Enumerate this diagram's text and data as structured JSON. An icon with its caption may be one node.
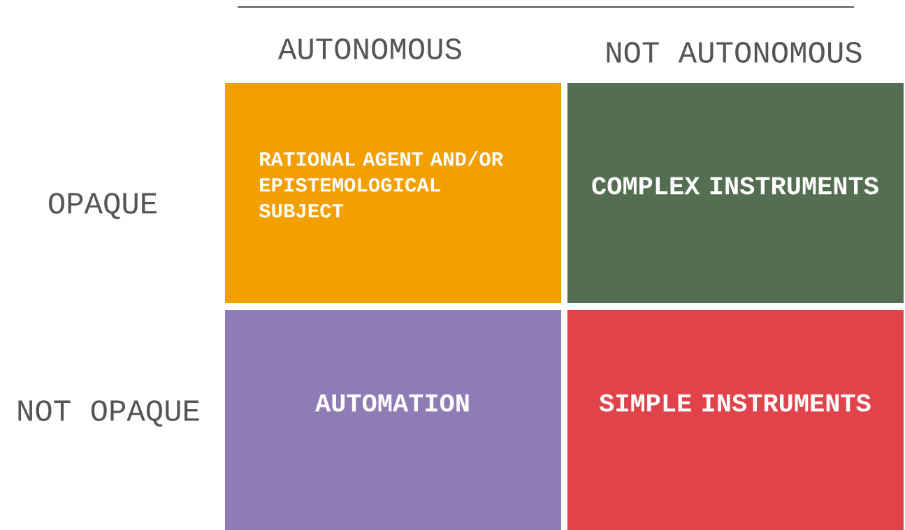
{
  "diagram": {
    "nodes": [
      {
        "text": [
          "RATIONAL AGENT AND/OR EPISTEMOLOGICAL SUBJECT"
        ]
      },
      {
        "text": [
          "COMPLEX INSTRUMENTS"
        ]
      },
      {
        "text": [
          "AUTOMATION"
        ]
      },
      {
        "text": [
          "SIMPLE INSTRUMENTS"
        ]
      }
    ],
    "labels": [
      "AUTONOMOUS",
      "NOT AUTONOMOUS",
      "OPAQUE",
      "NOT OPAQUE"
    ]
  }
}
